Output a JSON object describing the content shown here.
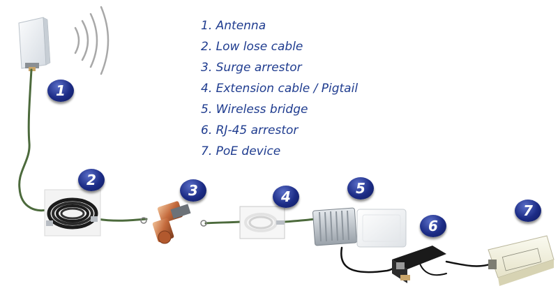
{
  "legend": {
    "items": [
      "1. Antenna",
      "2. Low lose cable",
      "3. Surge arrestor",
      "4. Extension cable / Pigtail",
      "5. Wireless bridge",
      "6. RJ-45 arrestor",
      "7. PoE device"
    ]
  },
  "badges": [
    "1",
    "2",
    "3",
    "4",
    "5",
    "6",
    "7"
  ],
  "colors": {
    "legend_text": "#1f3c8f",
    "badge_fill": "#1c2c86",
    "cable_green": "#4c6a3c",
    "cable_black": "#111111"
  }
}
